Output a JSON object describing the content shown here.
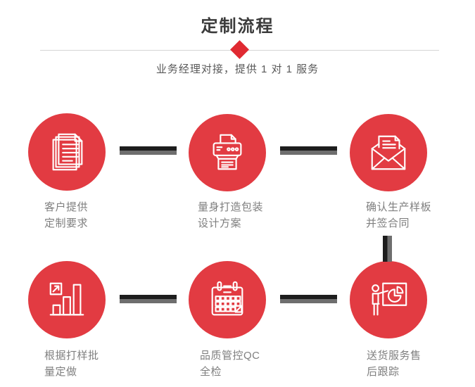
{
  "header": {
    "title": "定制流程",
    "subtitle": "业务经理对接，提供 1 对 1 服务"
  },
  "steps": [
    {
      "icon": "documents-icon",
      "label_line1": "客户提供",
      "label_line2": "定制要求"
    },
    {
      "icon": "printer-icon",
      "label_line1": "量身打造包装",
      "label_line2": "设计方案"
    },
    {
      "icon": "envelope-icon",
      "label_line1": "确认生产样板",
      "label_line2": "并签合同"
    },
    {
      "icon": "bar-chart-icon",
      "label_line1": "根据打样批",
      "label_line2": "量定做"
    },
    {
      "icon": "calendar-icon",
      "label_line1": "品质管控QC",
      "label_line2": "全检"
    },
    {
      "icon": "presentation-icon",
      "label_line1": "送货服务售",
      "label_line2": "后跟踪"
    }
  ],
  "colors": {
    "circle_red": "#e23b42",
    "diamond_red": "#e02a32",
    "connector_dark": "#1d1d1d",
    "connector_gray": "#6e6e6e",
    "divider_gray": "#d6d6d6",
    "title_color": "#3b3b3b",
    "subtitle_color": "#595959",
    "label_color": "#7f7f7f"
  }
}
